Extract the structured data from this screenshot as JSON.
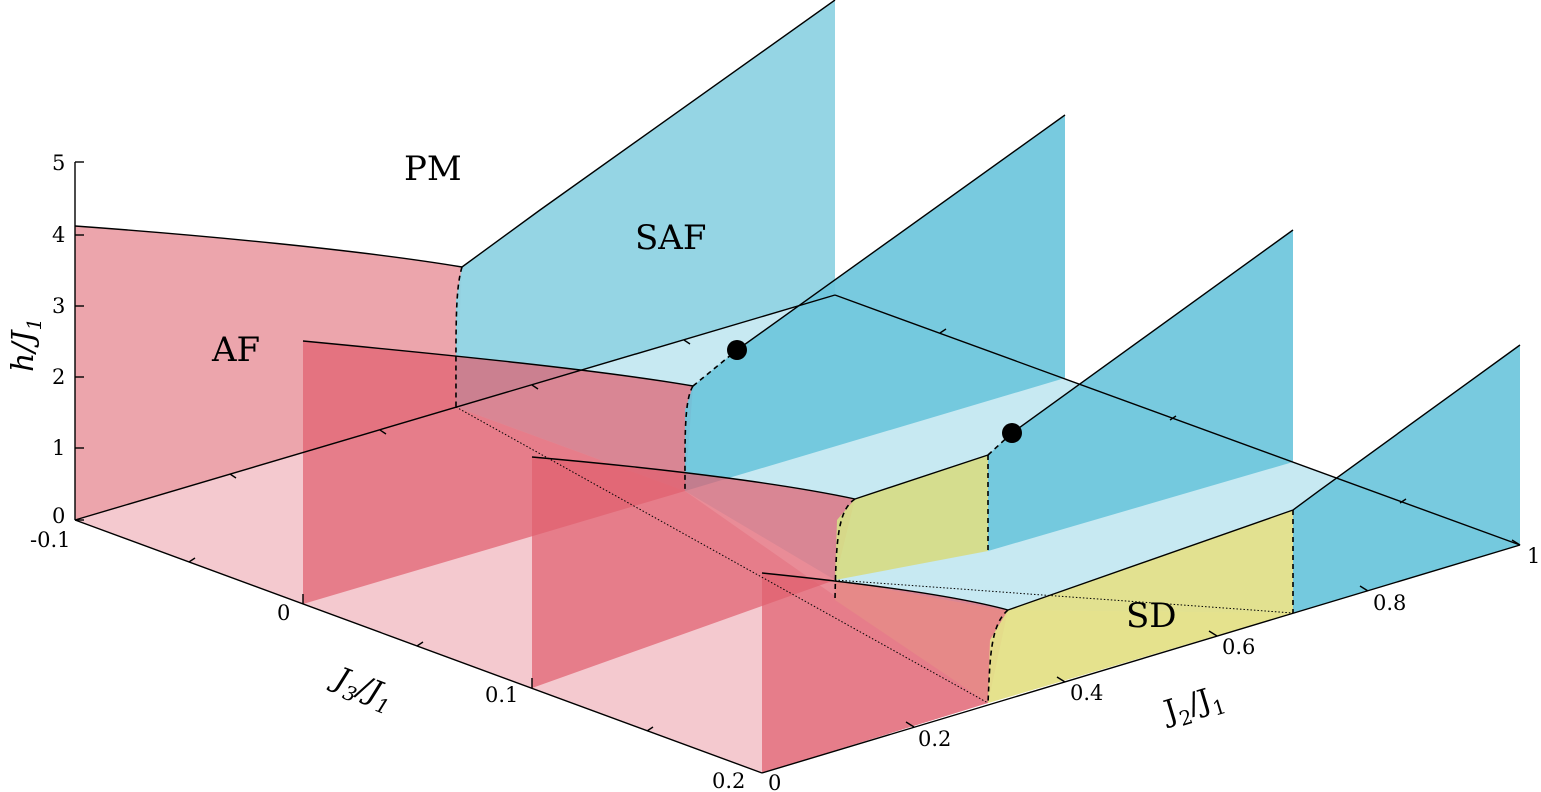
{
  "regions": {
    "pm": "PM",
    "saf": "SAF",
    "af": "AF",
    "sd": "SD"
  },
  "axes": {
    "h": {
      "label_main": "h/J",
      "label_sub": "1",
      "ticks": [
        "0",
        "1",
        "2",
        "3",
        "4",
        "5"
      ]
    },
    "j3": {
      "label_main": "J",
      "label_sub1": "3",
      "label_mid": "/J",
      "label_sub2": "1",
      "ticks": [
        "-0.1",
        "0",
        "0.1",
        "0.2"
      ]
    },
    "j2": {
      "label_main": "J",
      "label_sub1": "2",
      "label_mid": "/J",
      "label_sub2": "1",
      "ticks": [
        "0",
        "0.2",
        "0.4",
        "0.6",
        "0.8",
        "1"
      ]
    }
  },
  "colors": {
    "af_face": "#e8828c",
    "af_floor": "#f4c9cf",
    "saf_face": "#8fd3e3",
    "saf_floor": "#c7e9f2",
    "sd_face": "#e4e08a",
    "sd_floor": "#f4f2c8"
  }
}
